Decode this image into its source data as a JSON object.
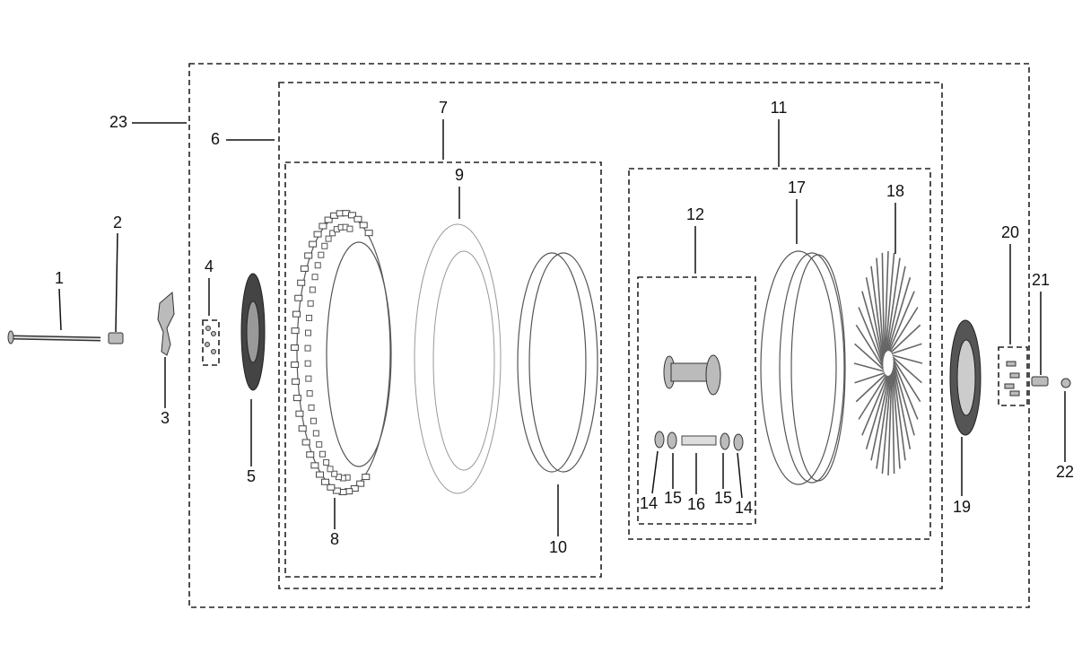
{
  "diagram": {
    "title": "Rear wheel assembly exploded view",
    "labels": [
      "1",
      "2",
      "3",
      "4",
      "5",
      "6",
      "7",
      "8",
      "9",
      "10",
      "11",
      "12",
      "14",
      "15",
      "16",
      "15",
      "14",
      "17",
      "18",
      "19",
      "20",
      "21",
      "22",
      "23"
    ]
  }
}
